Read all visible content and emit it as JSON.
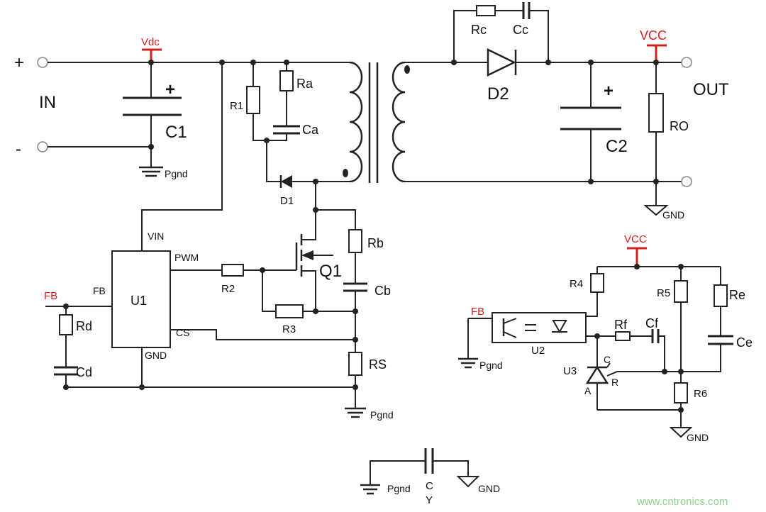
{
  "labels": {
    "plus": "+",
    "minus": "-",
    "in": "IN",
    "vdc": "Vdc",
    "c1": "C1",
    "c1_plus": "+",
    "pgnd1": "Pgnd",
    "r1": "R1",
    "ra": "Ra",
    "ca": "Ca",
    "d1": "D1",
    "rc": "Rc",
    "cc": "Cc",
    "d2": "D2",
    "c2": "C2",
    "c2_plus": "+",
    "vcc_out": "VCC",
    "out": "OUT",
    "ro": "RO",
    "gnd1": "GND",
    "vin": "VIN",
    "pwm": "PWM",
    "u1": "U1",
    "fb_pin": "FB",
    "cs": "CS",
    "gnd_pin": "GND",
    "fb_left": "FB",
    "rd": "Rd",
    "cd": "Cd",
    "r2": "R2",
    "r3": "R3",
    "q1": "Q1",
    "rb": "Rb",
    "cb": "Cb",
    "rs": "RS",
    "pgnd2": "Pgnd",
    "vcc_fb": "VCC",
    "r4": "R4",
    "r5": "R5",
    "re": "Re",
    "ce": "Ce",
    "fb_opto": "FB",
    "u2": "U2",
    "pgnd3": "Pgnd",
    "rf": "Rf",
    "cf": "Cf",
    "u3": "U3",
    "u3_c": "C",
    "u3_a": "A",
    "u3_r": "R",
    "r6": "R6",
    "gnd2": "GND",
    "pgnd4": "Pgnd",
    "cy_c": "C",
    "cy_y": "Y",
    "gnd3": "GND",
    "watermark": "www.cntronics.com"
  }
}
